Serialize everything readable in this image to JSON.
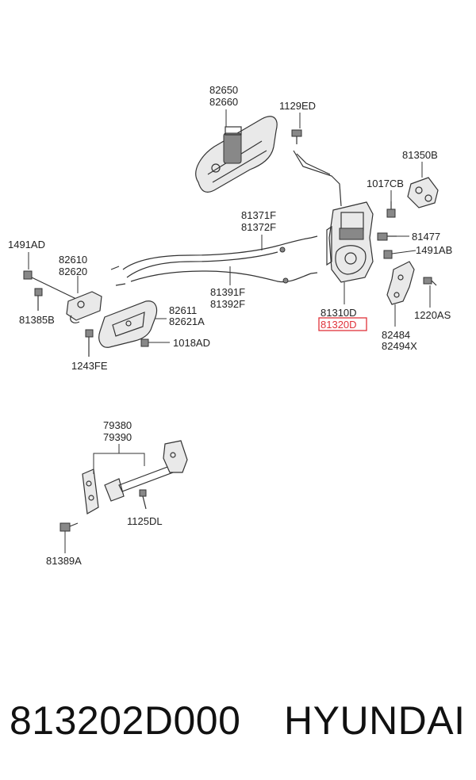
{
  "labels": {
    "p82650": "82650",
    "p82660": "82660",
    "p1129ED": "1129ED",
    "p81350B": "81350B",
    "p1017CB": "1017CB",
    "p81371F": "81371F",
    "p81372F": "81372F",
    "p81477": "81477",
    "p1491AB": "1491AB",
    "p1491AD": "1491AD",
    "p82610": "82610",
    "p82620": "82620",
    "p81391F": "81391F",
    "p81392F": "81392F",
    "p81385B": "81385B",
    "p82611": "82611",
    "p82621A": "82621A",
    "p1018AD": "1018AD",
    "p81310D": "81310D",
    "p81320D": "81320D",
    "p82484": "82484",
    "p82494X": "82494X",
    "p1220AS": "1220AS",
    "p1243FE": "1243FE",
    "p79380": "79380",
    "p79390": "79390",
    "p1125DL": "1125DL",
    "p81389A": "81389A"
  },
  "highlight_color": "#e0323a",
  "footer": {
    "part_number": "813202D000",
    "brand": "HYUNDAI"
  }
}
